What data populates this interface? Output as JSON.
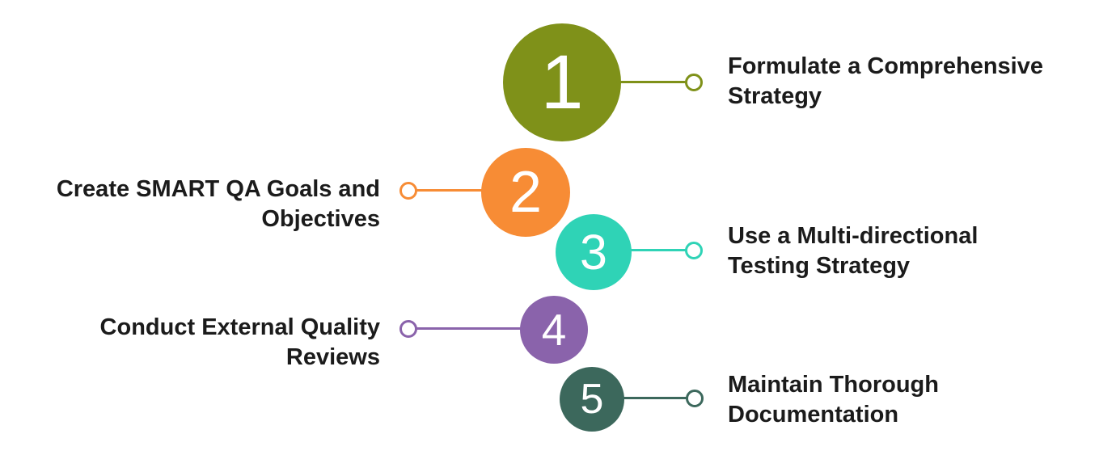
{
  "figure": {
    "background": "#ffffff",
    "text_color": "#1b1b1b",
    "number_text_color": "#ffffff"
  },
  "steps": [
    {
      "number": "1",
      "label": "Formulate a Comprehensive\nStrategy",
      "color": "#7F9119",
      "side": "right"
    },
    {
      "number": "2",
      "label": "Create SMART QA Goals and\nObjectives",
      "color": "#F78C35",
      "side": "left"
    },
    {
      "number": "3",
      "label": "Use a Multi-directional\nTesting Strategy",
      "color": "#2FD3B6",
      "side": "right"
    },
    {
      "number": "4",
      "label": "Conduct External Quality\nReviews",
      "color": "#8A63AB",
      "side": "left"
    },
    {
      "number": "5",
      "label": "Maintain Thorough\nDocumentation",
      "color": "#3C685C",
      "side": "right"
    }
  ]
}
